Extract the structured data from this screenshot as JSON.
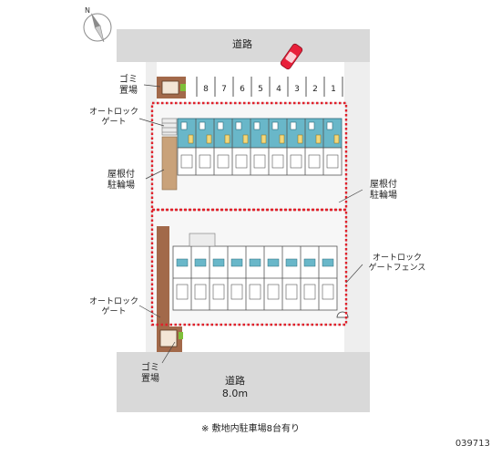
{
  "roads": {
    "top": "道路",
    "bottom": "道路",
    "bottom_width": "8.0m"
  },
  "labels": {
    "garbage_top": "ゴミ\n置場",
    "garbage_bottom": "ゴミ\n置場",
    "autolock_gate_top": "オートロック\nゲート",
    "autolock_gate_bottom": "オートロック\nゲート",
    "bike_parking_left": "屋根付\n駐輪場",
    "bike_parking_right": "屋根付\n駐輪場",
    "autolock_gate_fence": "オートロック\nゲートフェンス"
  },
  "parking_numbers": [
    "8",
    "7",
    "6",
    "5",
    "4",
    "3",
    "2",
    "1"
  ],
  "note": "※ 敷地内駐車場8台有り",
  "code": "039713",
  "colors": {
    "road": "#d9d9d9",
    "boundary_dash": "#e0202a",
    "building_teal": "#69b7c9",
    "bike_shed": "#c9a27a",
    "brick": "#a2694a",
    "car": "#e8203a"
  }
}
